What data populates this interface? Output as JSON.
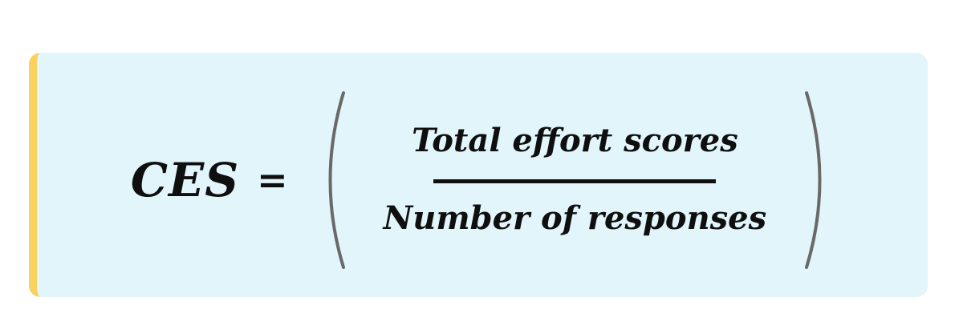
{
  "formula": {
    "lhs": "CES",
    "equals": "=",
    "numerator": "Total effort scores",
    "denominator": "Number of responses"
  },
  "icons": {
    "left_paren": "left-parenthesis",
    "right_paren": "right-parenthesis"
  },
  "colors": {
    "card_bg": "#e1f5fb",
    "accent_border": "#f9d15f",
    "text": "#0f0f0f",
    "paren": "#696969",
    "fraction_bar": "#0f0f0f"
  }
}
